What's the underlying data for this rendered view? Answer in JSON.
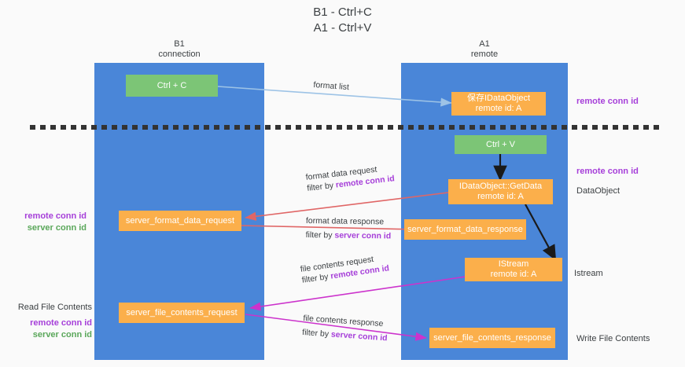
{
  "title": "B1 - Ctrl+C\nA1 - Ctrl+V",
  "lanes": [
    {
      "name": "b1",
      "header": "B1\nconnection"
    },
    {
      "name": "a1",
      "header": "A1\nremote"
    }
  ],
  "nodes": {
    "ctrl_c": "Ctrl + C",
    "ctrl_v": "Ctrl + V",
    "idataobject": "保存IDataObject\nremote id: A",
    "getdata": "IDataObject::GetData\nremote id: A",
    "istream": "IStream\nremote id: A",
    "server_format_data_request": "server_format_data_request",
    "server_format_data_response": "server_format_data_response",
    "server_file_contents_request": "server_file_contents_request",
    "server_file_contents_response": "server_file_contents_response"
  },
  "edges": {
    "format_list": "format list",
    "format_data_request": "format data request",
    "format_data_request_filter_prefix": "filter by ",
    "format_data_request_filter_value": "remote conn id",
    "format_data_response": "format data response",
    "format_data_response_filter_prefix": "filter by ",
    "format_data_response_filter_value": "server conn id",
    "file_contents_request": "file contents request",
    "file_contents_request_filter_prefix": "filter by ",
    "file_contents_request_filter_value": "remote conn id",
    "file_contents_response": "file contents response",
    "file_contents_response_filter_prefix": "filter by ",
    "file_contents_response_filter_value": "server conn id"
  },
  "annotations": {
    "right_remote_conn_id_top": "remote conn id",
    "right_remote_conn_id_mid": "remote conn id",
    "right_dataobject": "DataObject",
    "right_istream": "Istream",
    "right_write_file_contents": "Write File Contents",
    "left_remote_conn_id": "remote conn id",
    "left_server_conn_id": "server conn id",
    "left_read_file_contents": "Read File Contents",
    "left_remote_conn_id_2": "remote conn id",
    "left_server_conn_id_2": "server conn id"
  },
  "colors": {
    "lane": "#4a86d8",
    "node_orange": "#fbaf4b",
    "node_green": "#7cc576",
    "purple": "#a63fd9",
    "green_text": "#5aa75a",
    "arrow_blue": "#9dc3e6",
    "arrow_red": "#e06666",
    "arrow_magenta": "#cc33cc",
    "arrow_black": "#1a1a1a",
    "divider": "#333333",
    "background": "#fafafa"
  }
}
